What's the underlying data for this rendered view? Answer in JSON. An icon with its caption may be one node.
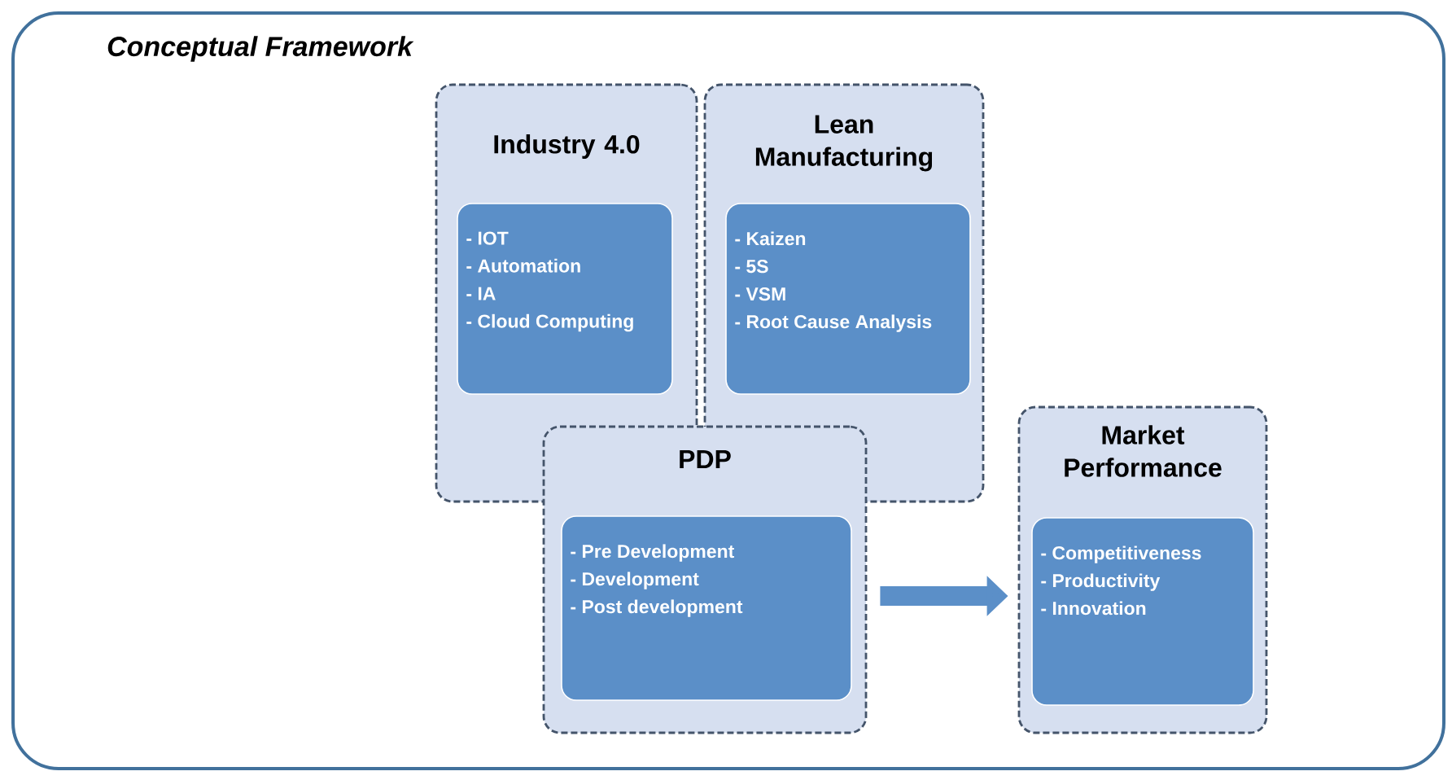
{
  "diagram": {
    "nodes": [
      {
        "text": [
          "Conceptual Framework"
        ]
      },
      {
        "text": [
          "Industry 4.0"
        ],
        "in": 0
      },
      {
        "text": [
          "- IOT",
          "- Automation",
          "- IA",
          "- Cloud Computing"
        ],
        "in": 1
      },
      {
        "text": [
          "Lean Manufacturing"
        ],
        "in": 0
      },
      {
        "text": [
          "- Kaizen",
          "- 5S",
          "- VSM",
          "- Root Cause Analysis"
        ],
        "in": 3
      },
      {
        "text": [
          "PDP"
        ],
        "in": 0
      },
      {
        "text": [
          "- Pre Development",
          "- Development",
          "- Post development"
        ],
        "in": 5
      },
      {
        "text": [
          "Market Performance"
        ],
        "in": 0
      },
      {
        "text": [
          "- Competitiveness",
          "- Productivity",
          "- Innovation"
        ],
        "in": 7
      }
    ],
    "edges": [
      {
        "from": 5,
        "to": 7,
        "arrow": "to"
      }
    ]
  }
}
